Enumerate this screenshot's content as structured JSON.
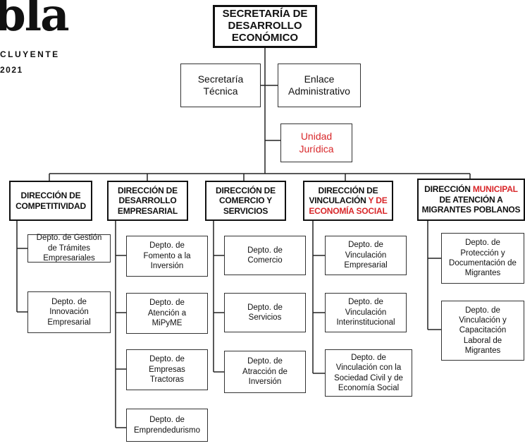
{
  "logo": {
    "wordmark": "bla",
    "tagline": "CLUYENTE",
    "year": "2021"
  },
  "top": {
    "lines": [
      "SECRETARÍA DE",
      "DESARROLLO",
      "ECONÓMICO"
    ]
  },
  "staff": [
    {
      "lines": [
        "Secretaría",
        "Técnica"
      ]
    },
    {
      "lines": [
        "Enlace",
        "Administrativo"
      ]
    }
  ],
  "juridica": {
    "lines": [
      "Unidad",
      "Jurídica"
    ]
  },
  "directions": [
    {
      "lines": [
        "DIRECCIÓN DE",
        "COMPETITIVIDAD"
      ],
      "depts": [
        [
          "Depto. de Gestión",
          "de Trámites",
          "Empresariales"
        ],
        [
          "Depto. de",
          "Innovación",
          "Empresarial"
        ]
      ]
    },
    {
      "lines": [
        "DIRECCIÓN DE",
        "DESARROLLO",
        "EMPRESARIAL"
      ],
      "depts": [
        [
          "Depto. de",
          "Fomento a la",
          "Inversión"
        ],
        [
          "Depto. de",
          "Atención a",
          "MiPyME"
        ],
        [
          "Depto. de",
          "Empresas",
          "Tractoras"
        ],
        [
          "Depto. de",
          "Emprendedurismo"
        ]
      ]
    },
    {
      "lines": [
        "DIRECCIÓN DE",
        "COMERCIO Y",
        "SERVICIOS"
      ],
      "depts": [
        [
          "Depto. de",
          "Comercio"
        ],
        [
          "Depto. de",
          "Servicios"
        ],
        [
          "Depto. de",
          "Atracción de",
          "Inversión"
        ]
      ]
    },
    {
      "line1": "DIRECCIÓN DE",
      "line2_black": "VINCULACIÓN ",
      "line2_red": "Y DE",
      "line3_red": "ECONOMÍA SOCIAL",
      "depts": [
        [
          "Depto. de",
          "Vinculación",
          "Empresarial"
        ],
        [
          "Depto. de",
          "Vinculación",
          "Interinstitucional"
        ],
        [
          "Depto. de",
          "Vinculación con la",
          "Sociedad Civil y de",
          "Economía Social"
        ]
      ]
    },
    {
      "line1_black": "DIRECCIÓN ",
      "line1_red": "MUNICIPAL",
      "line2": "DE ATENCIÓN A",
      "line3": "MIGRANTES POBLANOS",
      "depts": [
        [
          "Depto. de",
          "Protección y",
          "Documentación de",
          "Migrantes"
        ],
        [
          "Depto. de",
          "Vinculación y",
          "Capacitación",
          "Laboral de",
          "Migrantes"
        ]
      ]
    }
  ],
  "colors": {
    "line": "#222222",
    "accent_red": "#d8272a"
  }
}
